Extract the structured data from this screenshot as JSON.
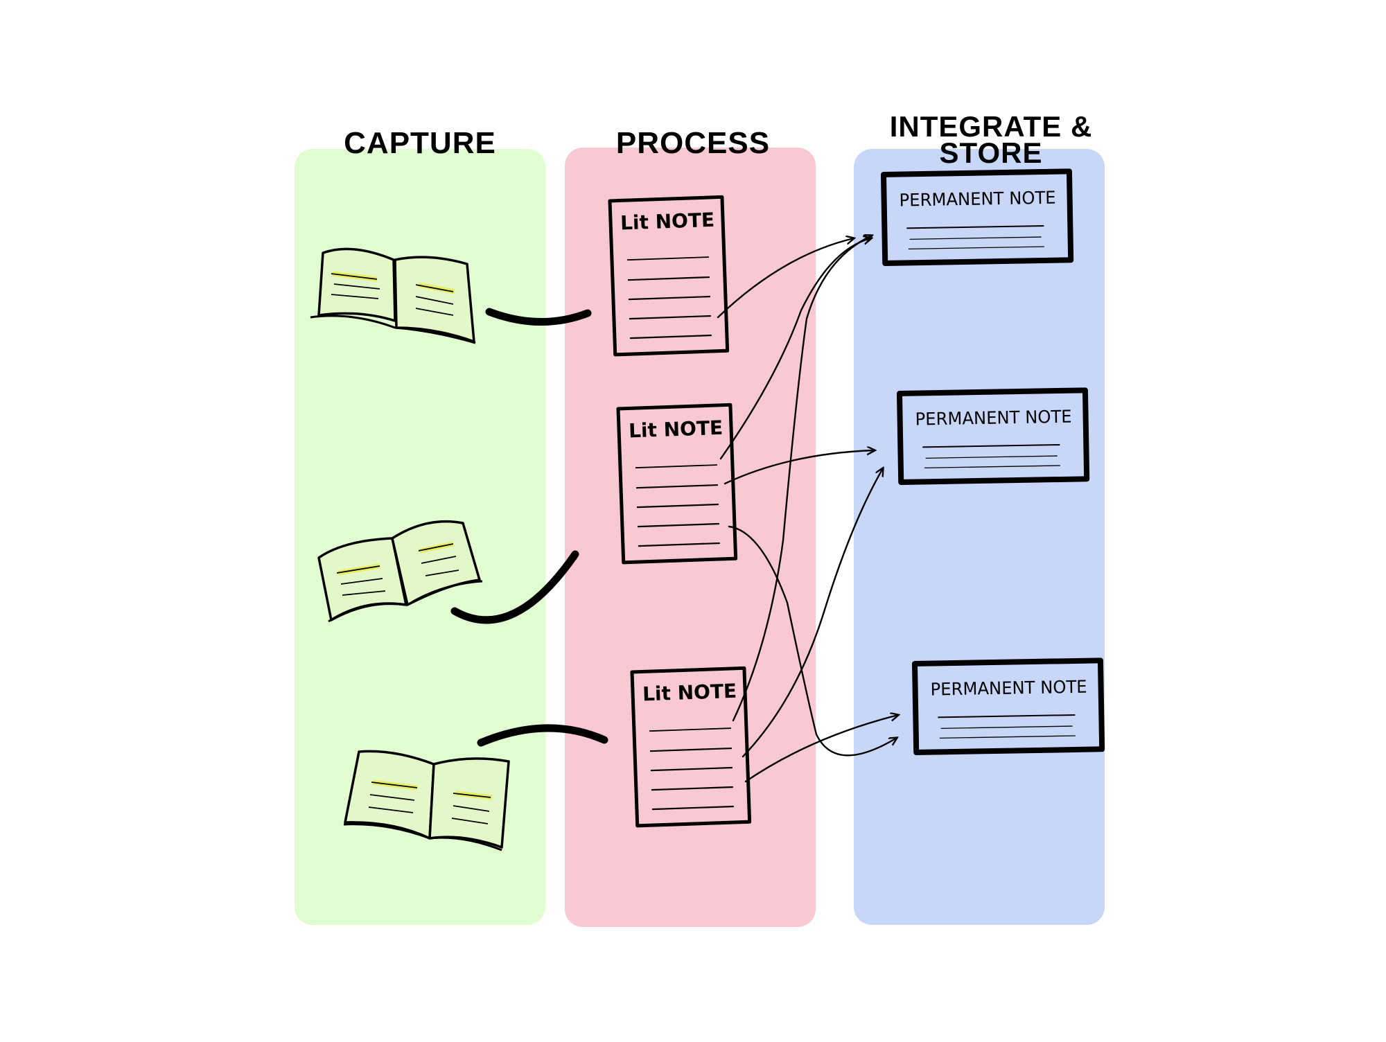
{
  "columns": {
    "capture": {
      "title": "CAPTURE",
      "color": "#e0fcd0"
    },
    "process": {
      "title": "PROCESS",
      "color": "#f9c9d3"
    },
    "integrate": {
      "title": "INTEGRATE &\nSTORE",
      "color": "#c8d7f8"
    }
  },
  "literature_notes": [
    {
      "label": "Lit NOTE"
    },
    {
      "label": "Lit NOTE"
    },
    {
      "label": "Lit NOTE"
    }
  ],
  "permanent_notes": [
    {
      "label": "PERMANENT NOTE"
    },
    {
      "label": "PERMANENT NOTE"
    },
    {
      "label": "PERMANENT NOTE"
    }
  ],
  "colors": {
    "book_page": "#e2f8c8",
    "highlight": "#e8ec60",
    "lit_note_fill": "#f9c9d3",
    "perm_note_fill": "#c8d7f8",
    "ink": "#000000"
  }
}
